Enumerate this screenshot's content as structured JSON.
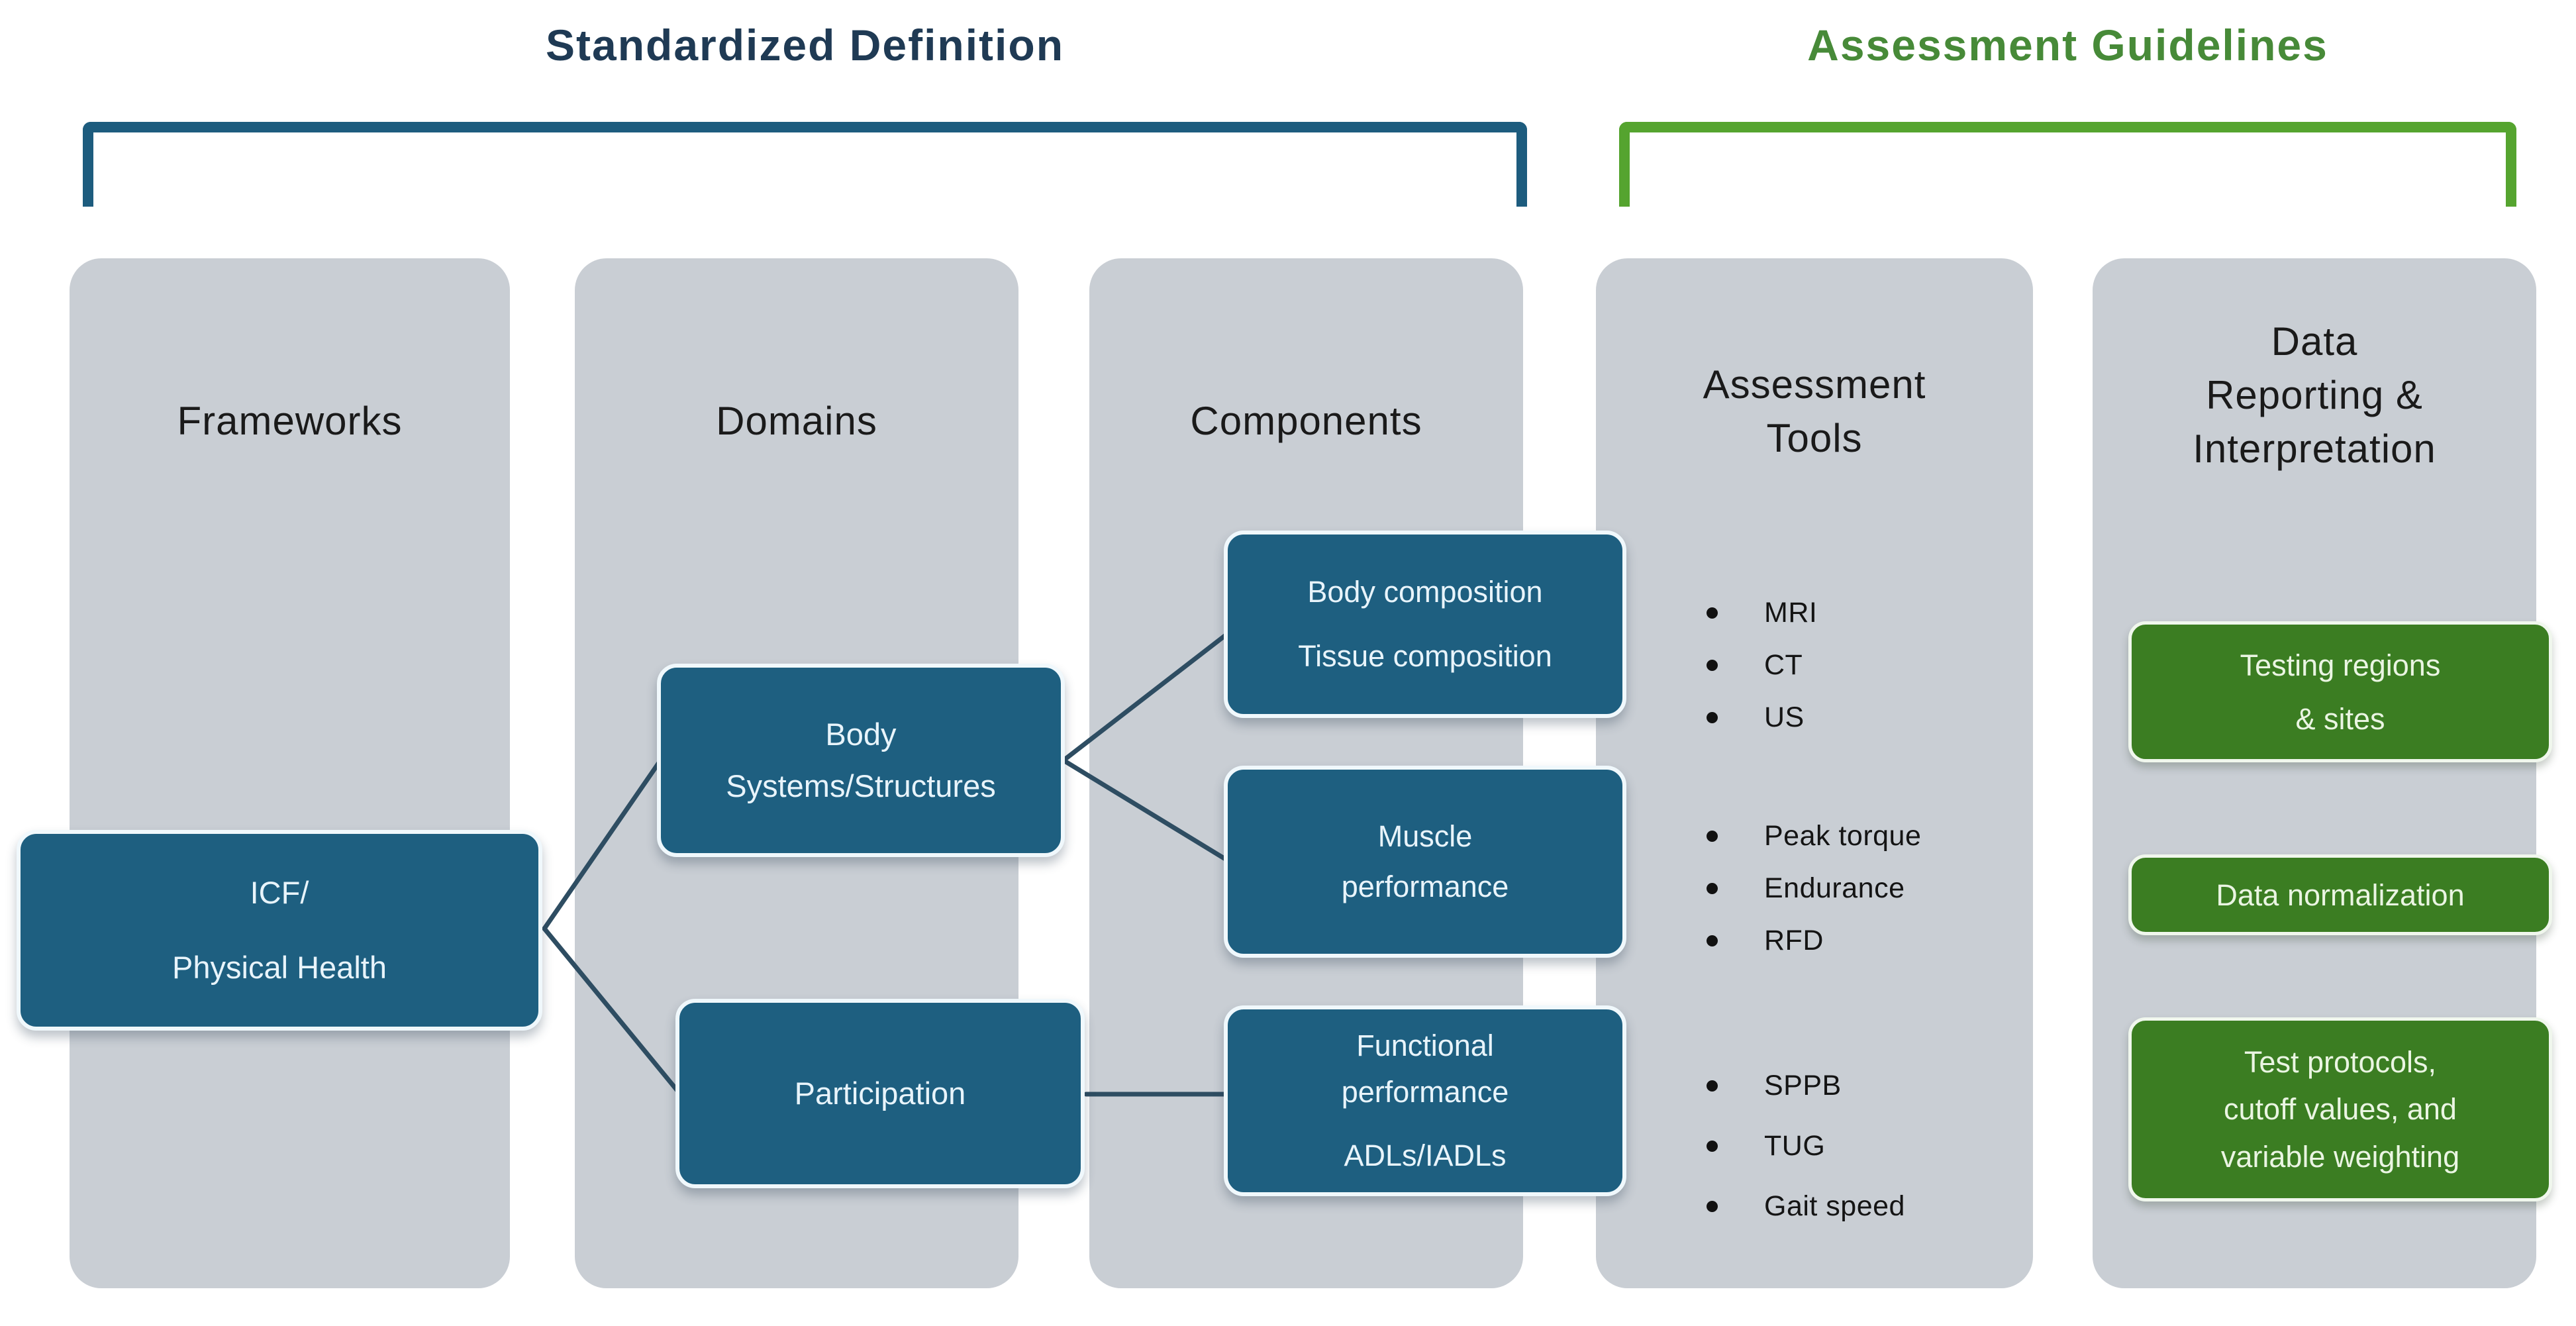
{
  "titles": {
    "standardized": "Standardized Definition",
    "assessment": "Assessment Guidelines"
  },
  "columns": [
    {
      "header": "Frameworks"
    },
    {
      "header": "Domains"
    },
    {
      "header": "Components"
    },
    {
      "header": "Assessment\nTools"
    },
    {
      "header": "Data\nReporting &\nInterpretation"
    }
  ],
  "nodes": {
    "icf": "ICF/\nPhysical Health",
    "body_systems": "Body\nSystems/Structures",
    "participation": "Participation",
    "body_composition": "Body composition\nTissue composition",
    "muscle_performance": "Muscle\nperformance",
    "functional_performance_top": "Functional\nperformance",
    "functional_performance_bottom": "ADLs/IADLs"
  },
  "tools": {
    "group1": [
      "MRI",
      "CT",
      "US"
    ],
    "group2": [
      "Peak torque",
      "Endurance",
      "RFD"
    ],
    "group3": [
      "SPPB",
      "TUG",
      "Gait speed"
    ]
  },
  "reporting": [
    "Testing regions\n& sites",
    "Data normalization",
    "Test protocols,\ncutoff values, and\nvariable weighting"
  ],
  "colors": {
    "node_blue": "#1E5F80",
    "node_green": "#3B7D22",
    "bracket_blue": "#1D5C7E",
    "bracket_green": "#55A42F",
    "title_navy": "#1F3A54",
    "title_green": "#478A38",
    "column_gray": "#C9CED4",
    "connector": "#2E4D62"
  }
}
